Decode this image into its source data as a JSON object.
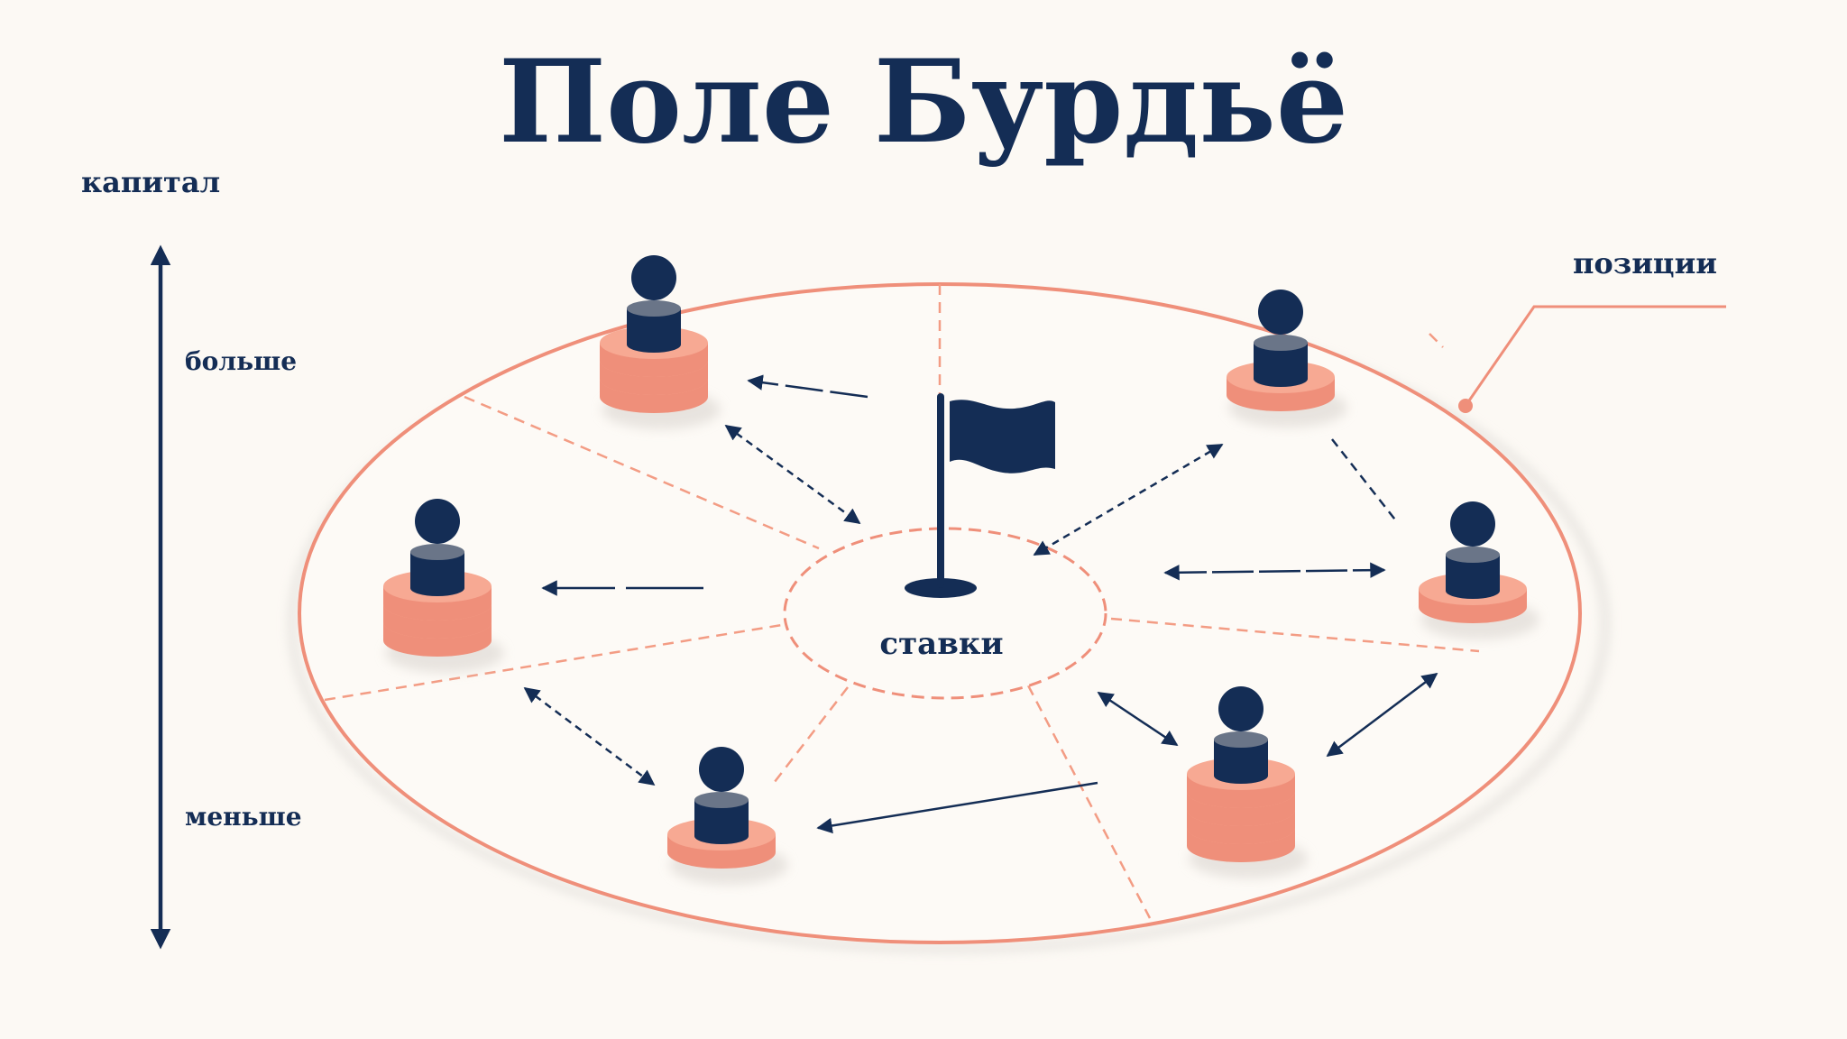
{
  "title": "Поле Бурдьё",
  "axis": {
    "label": "капитал",
    "top_label": "больше",
    "bottom_label": "меньше"
  },
  "center_label": "ставки",
  "positions_label": "позиции",
  "colors": {
    "navy": "#142d55",
    "salmon": "#ef8f7a",
    "salmon_light": "#f39c84",
    "background": "#fcf9f4"
  }
}
